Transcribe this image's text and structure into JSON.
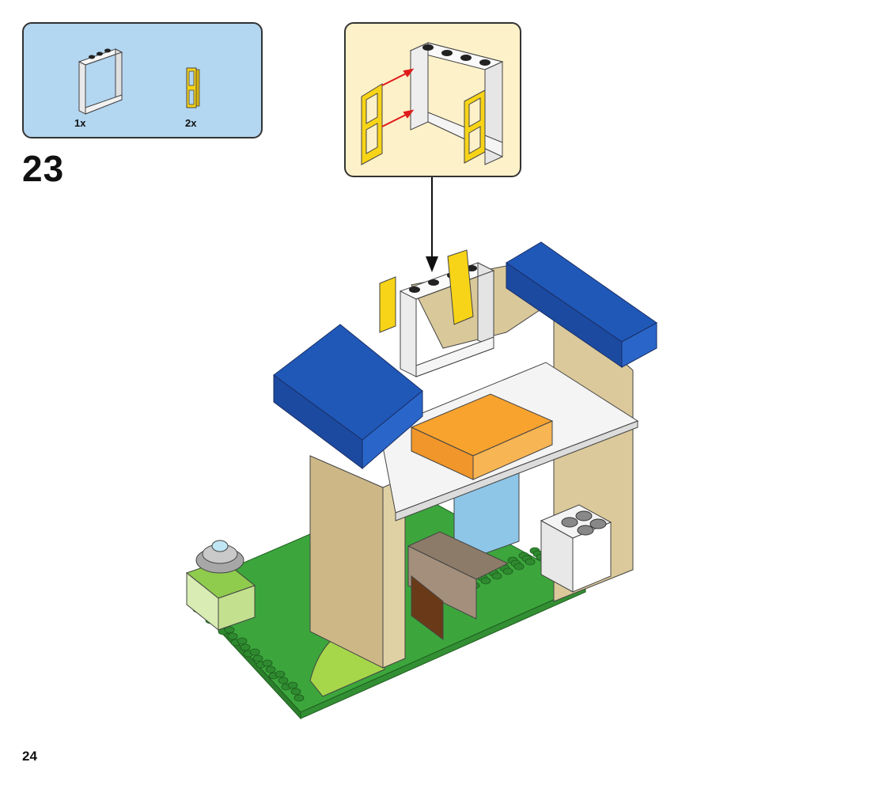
{
  "parts_list": {
    "items": [
      {
        "name": "white-window-frame",
        "qty": "1x",
        "color": "#f2f2f2"
      },
      {
        "name": "yellow-window-shutter",
        "qty": "2x",
        "color": "#f7d417"
      }
    ],
    "background_color": "#b3d6f1"
  },
  "step": {
    "number": "23"
  },
  "callout": {
    "background_color": "#fdf1c9"
  },
  "page": {
    "number": "24"
  },
  "colors": {
    "baseplate_green": "#3ca63c",
    "tan_brick": "#d9c89a",
    "blue_roof": "#2058b8",
    "orange_brick": "#f7a32e",
    "yellow_shutter": "#f7d417",
    "white_brick": "#f4f4f4",
    "lime_slope": "#a6d64a"
  }
}
